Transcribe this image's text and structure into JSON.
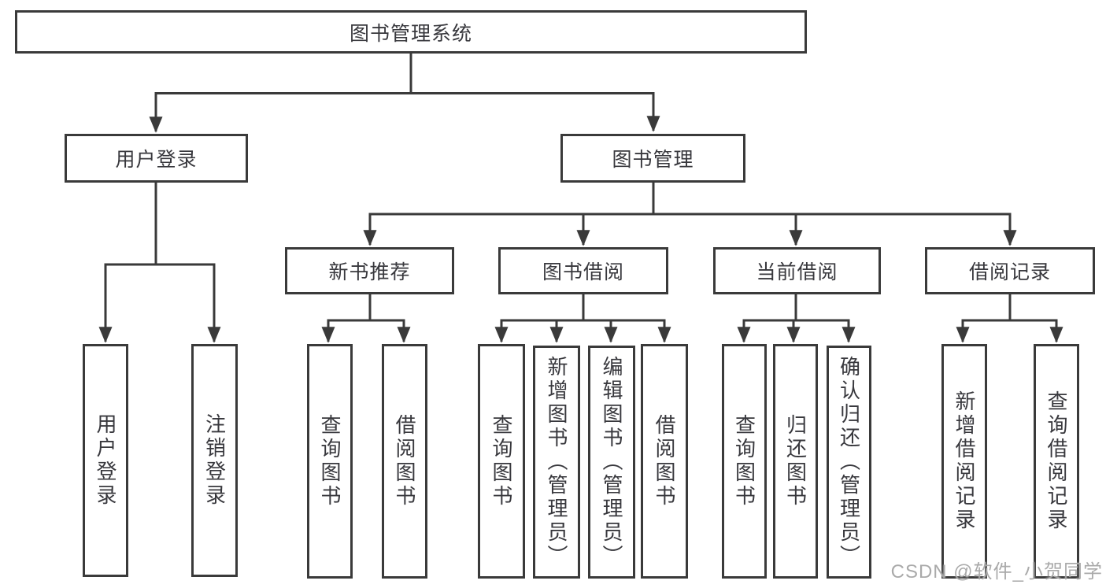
{
  "diagram": {
    "root": {
      "label": "图书管理系统"
    },
    "level2": [
      {
        "label": "用户登录"
      },
      {
        "label": "图书管理"
      }
    ],
    "level3": [
      {
        "label": "新书推荐"
      },
      {
        "label": "图书借阅"
      },
      {
        "label": "当前借阅"
      },
      {
        "label": "借阅记录"
      }
    ],
    "leaves": [
      {
        "label": "用户登录"
      },
      {
        "label": "注销登录"
      },
      {
        "label": "查询图书"
      },
      {
        "label": "借阅图书"
      },
      {
        "label": "查询图书"
      },
      {
        "label": "新增图书（管理员）"
      },
      {
        "label": "编辑图书（管理员）"
      },
      {
        "label": "借阅图书"
      },
      {
        "label": "查询图书"
      },
      {
        "label": "归还图书"
      },
      {
        "label": "确认归还（管理员）"
      },
      {
        "label": "新增借阅记录"
      },
      {
        "label": "查询借阅记录"
      }
    ]
  },
  "watermark": {
    "text": "CSDN @软件_小贺同学"
  },
  "colors": {
    "line": "#3a3a3a",
    "text": "#38383d",
    "background": "#ffffff",
    "watermark": "#a5a5a5"
  }
}
